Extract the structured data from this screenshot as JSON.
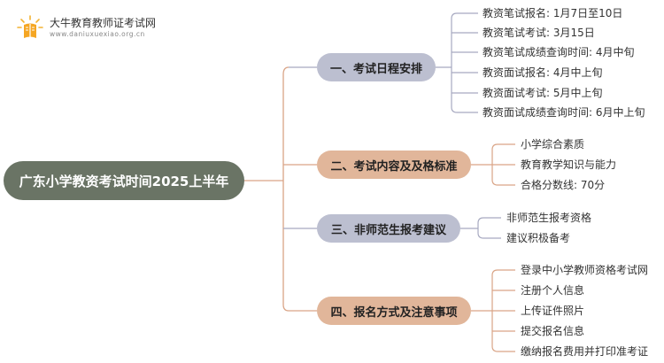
{
  "brand": {
    "name": "大牛教育教师证考试网",
    "url": "www.daniuxuexiao.org.cn",
    "logo_icon": "book-lightbulb-icon"
  },
  "root": {
    "title": "广东小学教资考试时间2025上半年"
  },
  "branches": [
    {
      "title": "一、考试日程安排",
      "items": [
        "教资笔试报名: 1月7日至10日",
        "教资笔试考试: 3月15日",
        "教资笔试成绩查询时间: 4月中旬",
        "教资面试报名: 4月中上旬",
        "教资面试考试: 5月中上旬",
        "教资面试成绩查询时间: 6月中上旬"
      ]
    },
    {
      "title": "二、考试内容及及格标准",
      "items": [
        "小学综合素质",
        "教育教学知识与能力",
        "合格分数线: 70分"
      ]
    },
    {
      "title": "三、非师范生报考建议",
      "items": [
        "非师范生报考资格",
        "建议积极备考"
      ]
    },
    {
      "title": "四、报名方式及注意事项",
      "items": [
        "登录中小学教师资格考试网",
        "注册个人信息",
        "上传证件照片",
        "提交报名信息",
        "缴纳报名费用并打印准考证"
      ]
    }
  ],
  "colors": {
    "root_fill": "#6a7465",
    "branch_gray": "#bcbfd0",
    "branch_peach": "#e1b69a",
    "connector_gray": "#a7a9c0",
    "connector_peach": "#d9a486"
  }
}
